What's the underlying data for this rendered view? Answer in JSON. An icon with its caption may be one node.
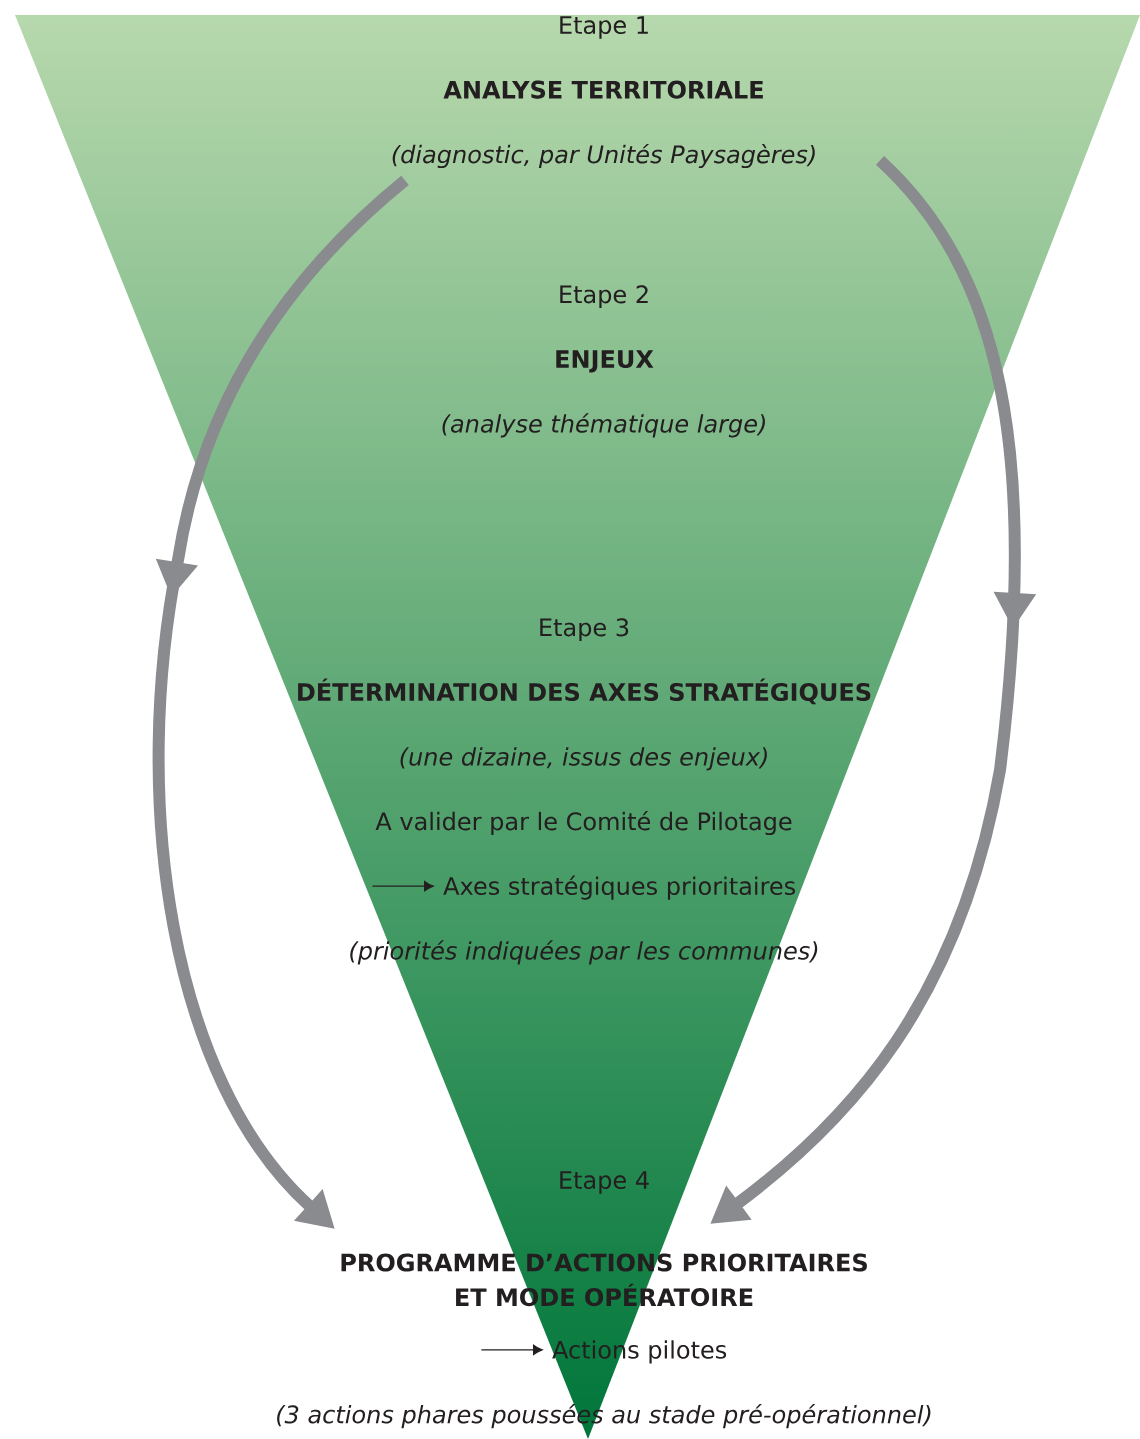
{
  "diagram": {
    "nodes": [
      {
        "text": [
          "Etape 1",
          "ANALYSE TERRITORIALE",
          "(diagnostic, par Unités Paysagères)"
        ]
      },
      {
        "text": [
          "Etape 2",
          "ENJEUX",
          "(analyse thématique large)"
        ]
      },
      {
        "text": [
          "Etape 3",
          "DÉTERMINATION DES AXES STRATÉGIQUES",
          "(une dizaine, issus des enjeux)",
          "A valider par le Comité de Pilotage",
          "Axes stratégiques prioritaires",
          "(priorités indiquées par les communes)"
        ]
      },
      {
        "text": [
          "Etape 4",
          "PROGRAMME D’ACTIONS PRIORITAIRES ET MODE OPÉRATOIRE",
          "Actions pilotes",
          "(3 actions phares poussées au stade pré-opérationnel)"
        ]
      }
    ],
    "edges": [
      {
        "from": 0,
        "to": 3,
        "arrow": "to"
      },
      {
        "from": 0,
        "to": 3,
        "arrow": "to"
      }
    ]
  }
}
